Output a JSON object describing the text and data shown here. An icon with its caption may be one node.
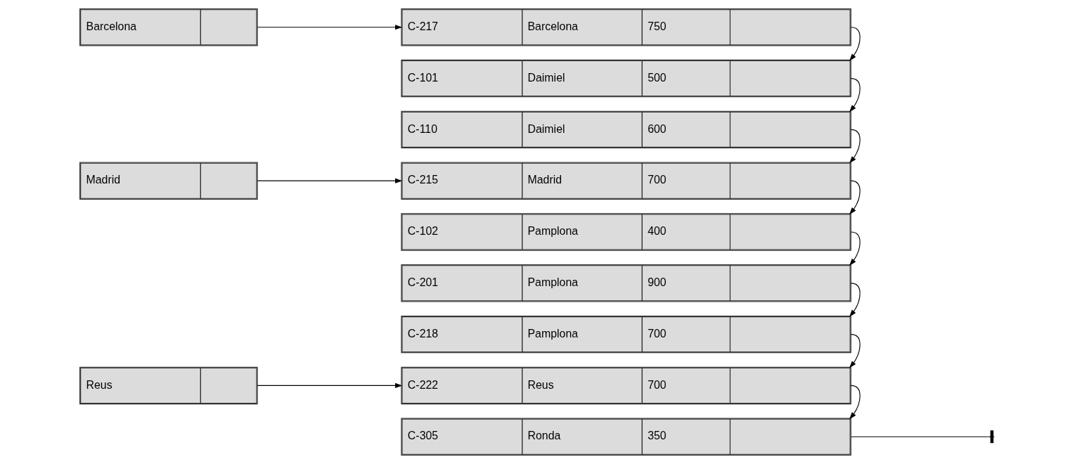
{
  "diagram": {
    "nodes": [
      {
        "text": [
          "Barcelona"
        ]
      },
      {
        "text": [
          "Madrid"
        ]
      },
      {
        "text": [
          "Reus"
        ]
      },
      {
        "text": [
          "C-217",
          "Barcelona",
          "750"
        ]
      },
      {
        "text": [
          "C-101",
          "Daimiel",
          "500"
        ]
      },
      {
        "text": [
          "C-110",
          "Daimiel",
          "600"
        ]
      },
      {
        "text": [
          "C-215",
          "Madrid",
          "700"
        ]
      },
      {
        "text": [
          "C-102",
          "Pamplona",
          "400"
        ]
      },
      {
        "text": [
          "C-201",
          "Pamplona",
          "900"
        ]
      },
      {
        "text": [
          "C-218",
          "Pamplona",
          "700"
        ]
      },
      {
        "text": [
          "C-222",
          "Reus",
          "700"
        ]
      },
      {
        "text": [
          "C-305",
          "Ronda",
          "350"
        ]
      }
    ],
    "edges": [
      {
        "from": 0,
        "to": 3,
        "arrow": "to"
      },
      {
        "from": 1,
        "to": 6,
        "arrow": "to"
      },
      {
        "from": 2,
        "to": 10,
        "arrow": "to"
      },
      {
        "from": 3,
        "to": 4,
        "arrow": "to"
      },
      {
        "from": 4,
        "to": 5,
        "arrow": "to"
      },
      {
        "from": 5,
        "to": 6,
        "arrow": "to"
      },
      {
        "from": 6,
        "to": 7,
        "arrow": "to"
      },
      {
        "from": 7,
        "to": 8,
        "arrow": "to"
      },
      {
        "from": 8,
        "to": 9,
        "arrow": "to"
      },
      {
        "from": 9,
        "to": 10,
        "arrow": "to"
      },
      {
        "from": 10,
        "to": 11,
        "arrow": "to"
      },
      {
        "from": 11,
        "to": null,
        "arrow": "other"
      }
    ]
  }
}
